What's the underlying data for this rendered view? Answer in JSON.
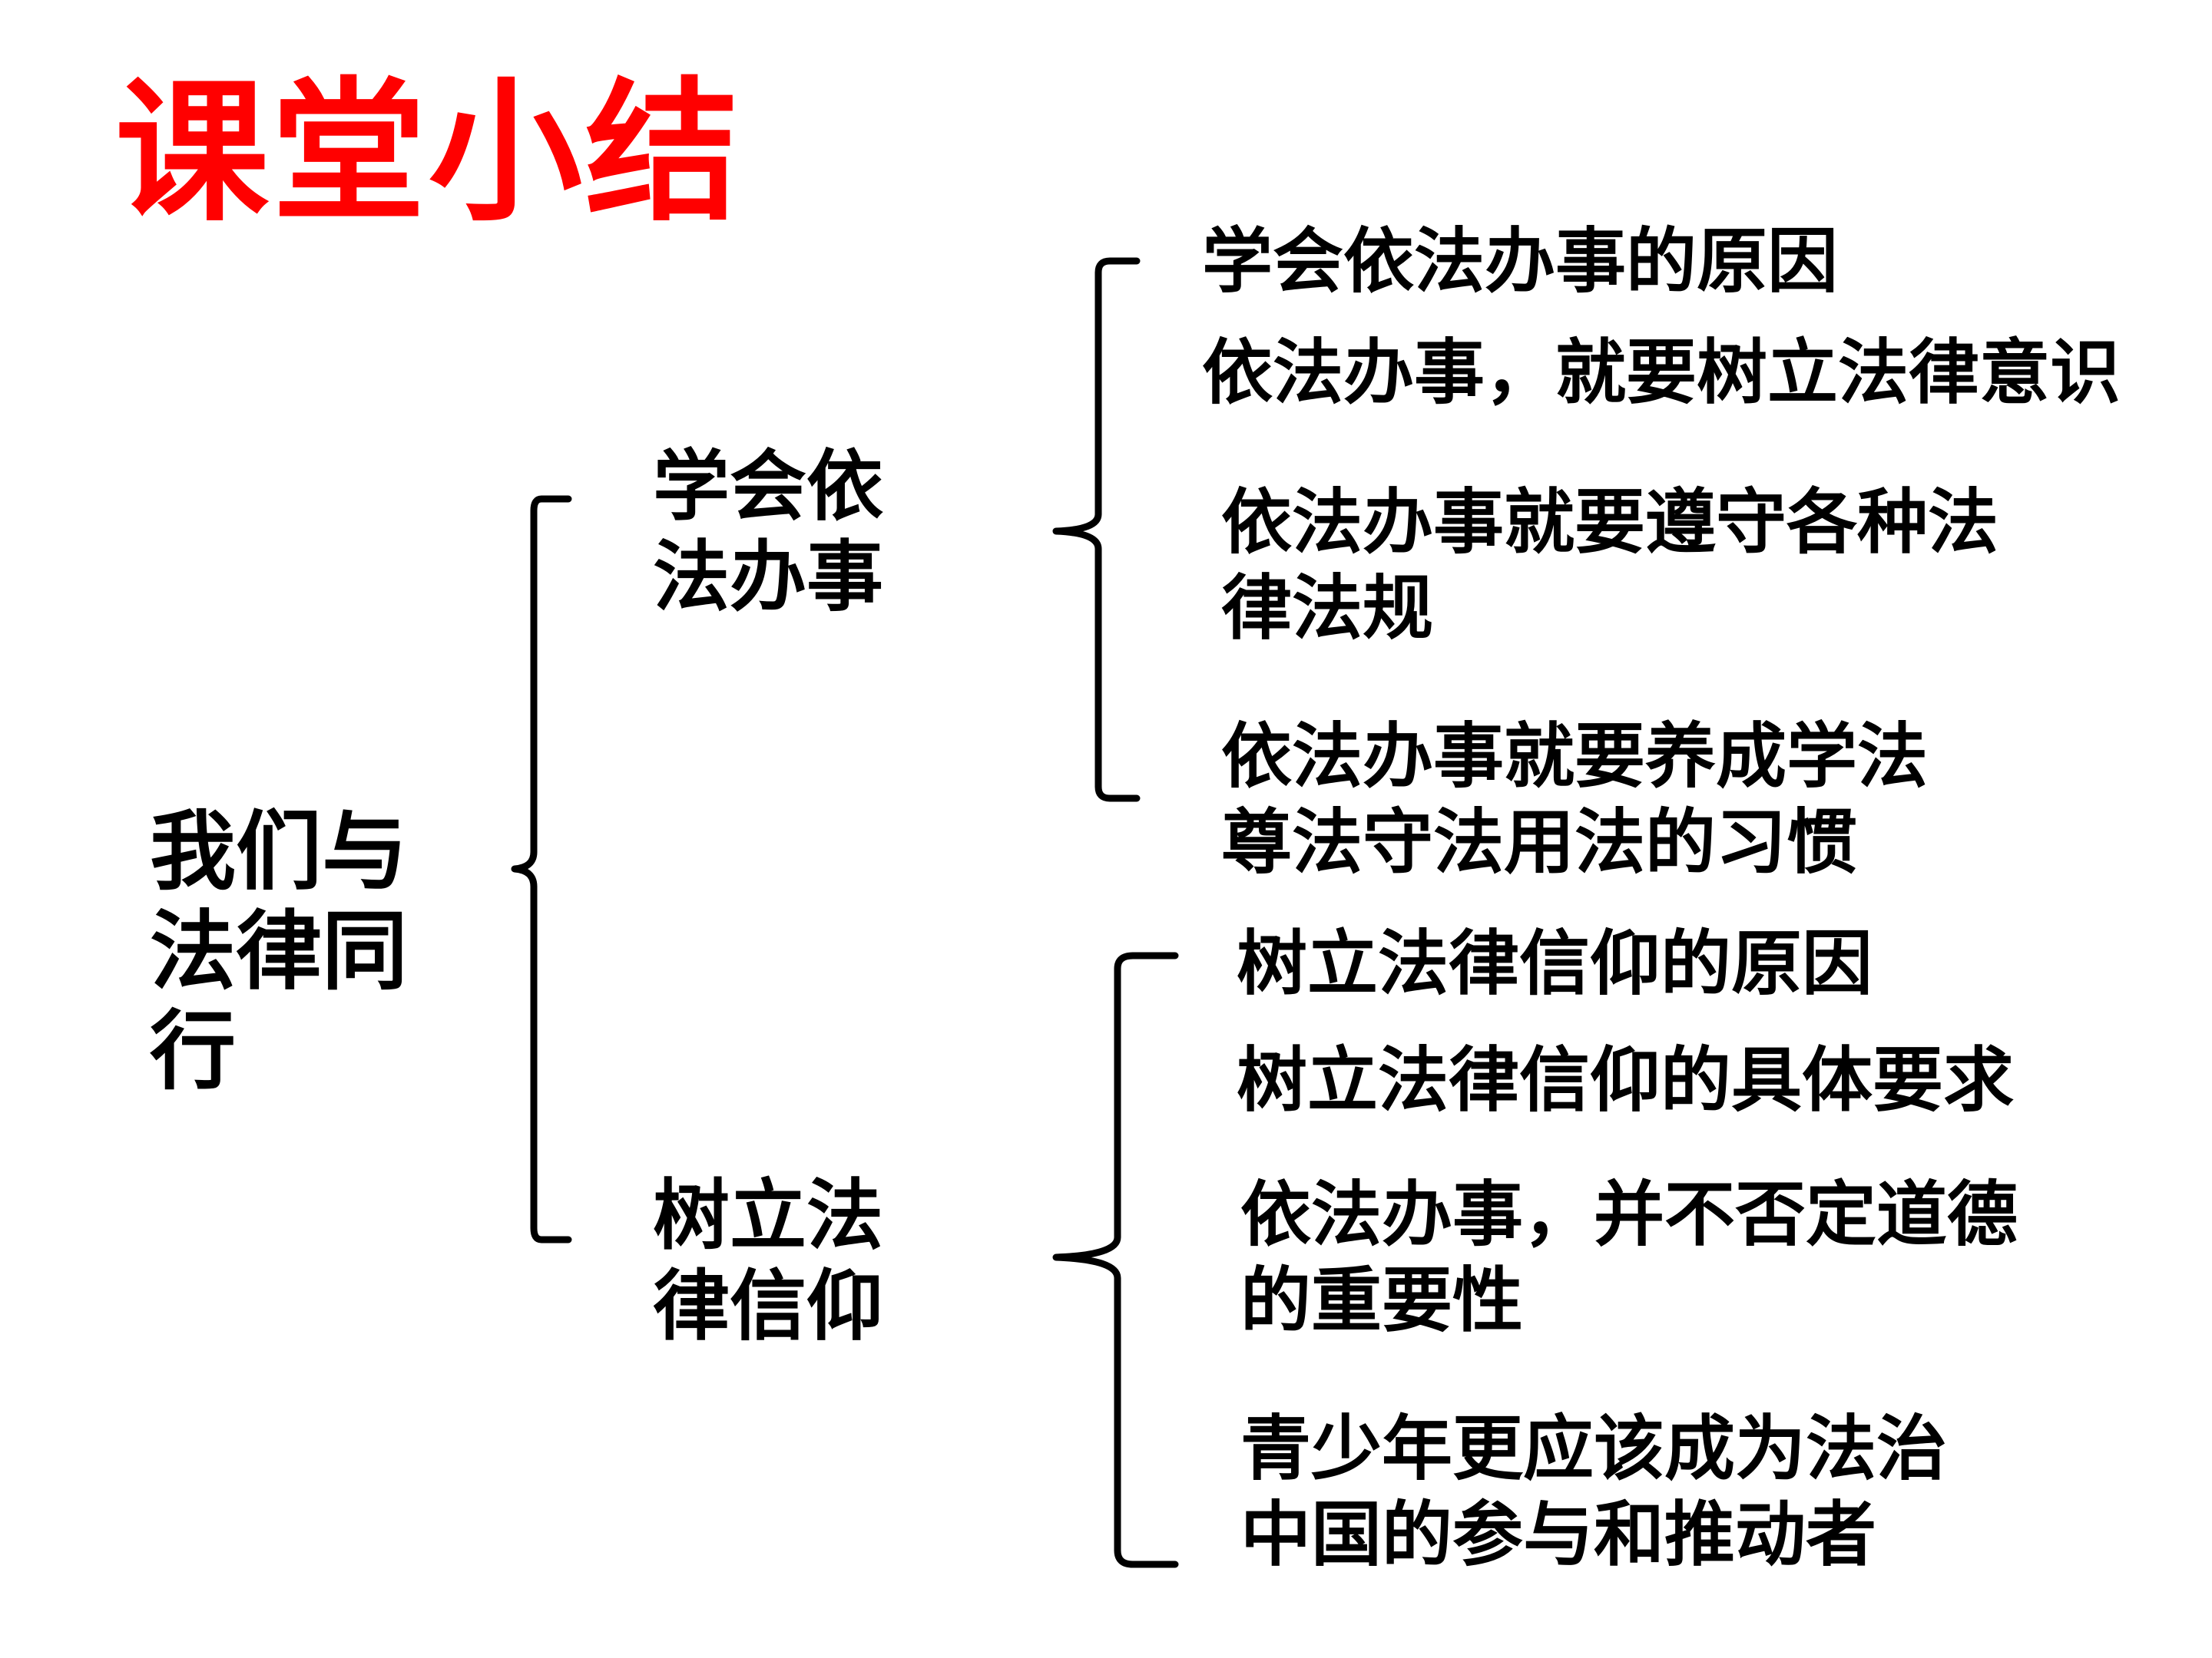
{
  "title": {
    "text": "课堂小结",
    "color": "#ff0000"
  },
  "root": {
    "line1": "我们与",
    "line2": "法律同",
    "line3": "行"
  },
  "branches": [
    {
      "label_line1": "学会依",
      "label_line2": "法办事",
      "items": [
        {
          "line1": "学会依法办事的原因",
          "line2": ""
        },
        {
          "line1": "依法办事，就要树立法律意识",
          "line2": ""
        },
        {
          "line1": "依法办事就要遵守各种法",
          "line2": "律法规"
        },
        {
          "line1": "依法办事就要养成学法",
          "line2": "尊法守法用法的习惯"
        }
      ]
    },
    {
      "label_line1": "树立法",
      "label_line2": "律信仰",
      "items": [
        {
          "line1": "树立法律信仰的原因",
          "line2": ""
        },
        {
          "line1": "树立法律信仰的具体要求",
          "line2": ""
        },
        {
          "line1": "依法办事，并不否定道德",
          "line2": "的重要性"
        },
        {
          "line1": "青少年更应该成为法治",
          "line2": "中国的参与和推动者"
        }
      ]
    }
  ]
}
